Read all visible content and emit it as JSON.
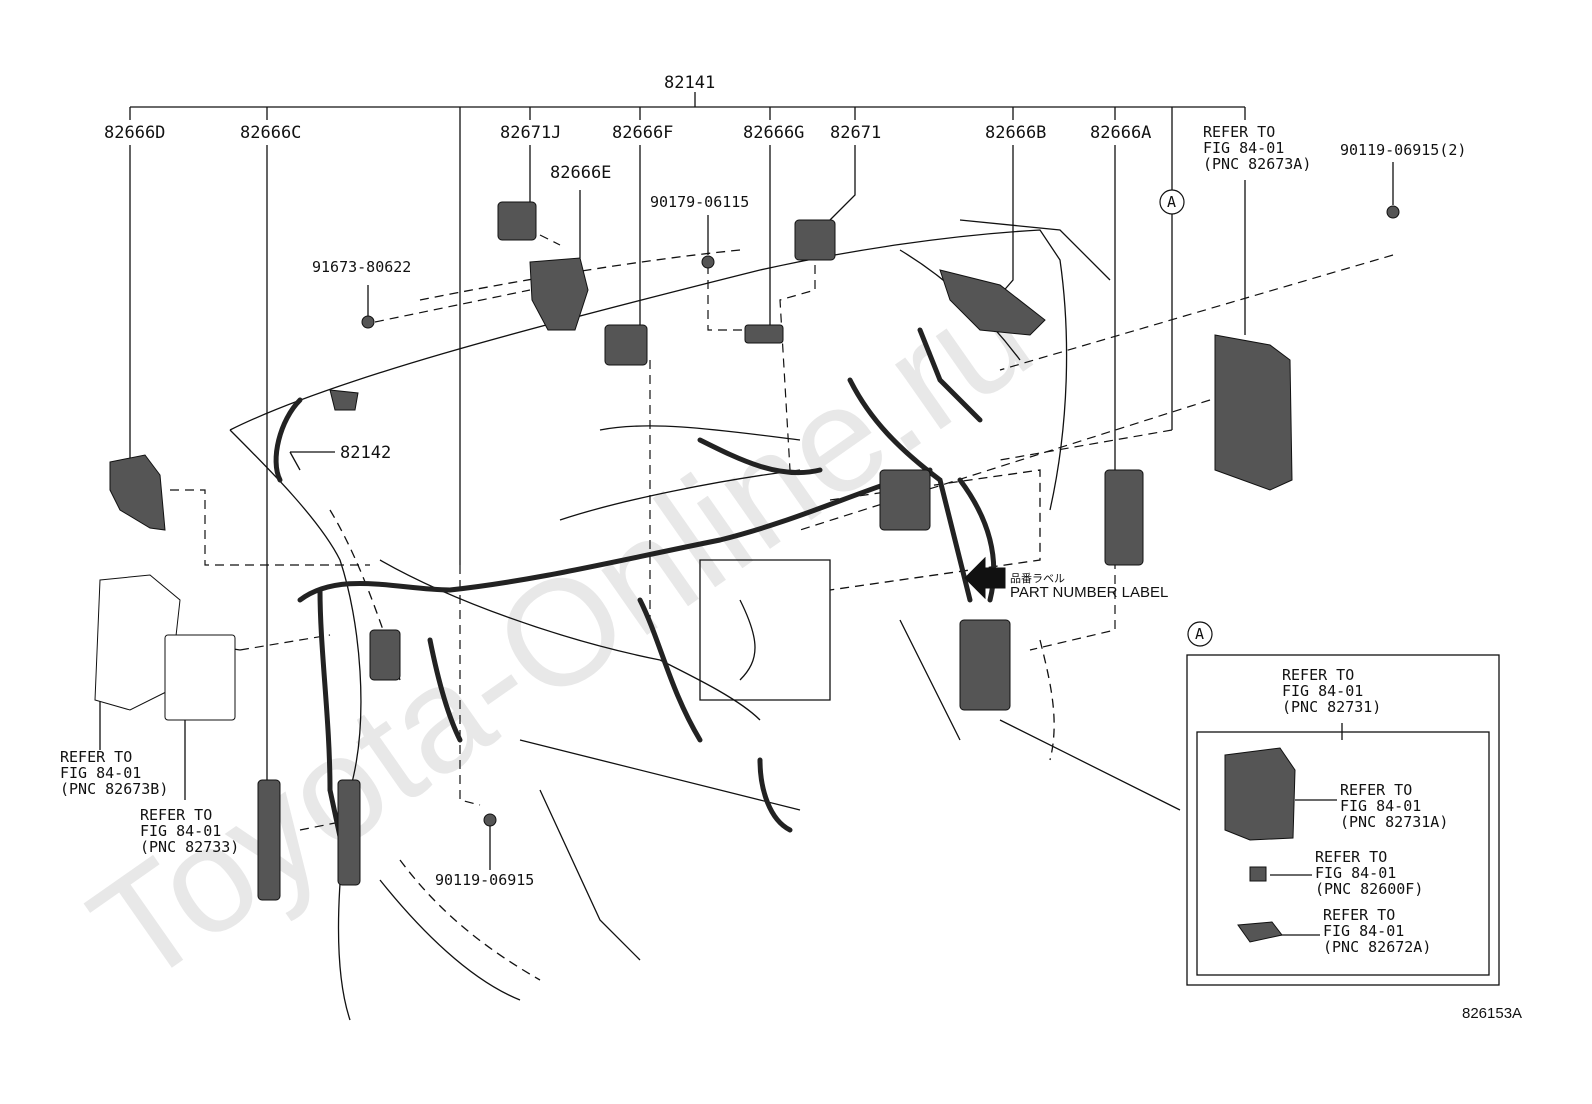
{
  "labels": {
    "main_harness": "82141",
    "p82666D": "82666D",
    "p82666C": "82666C",
    "p82671J": "82671J",
    "p82666E": "82666E",
    "p82666F": "82666F",
    "p82666G": "82666G",
    "p82671": "82671",
    "p82666B": "82666B",
    "p82666A": "82666A",
    "p91673": "91673-80622",
    "p90179": "90179-06115",
    "p90119_2": "90119-06915(2)",
    "p82142": "82142",
    "p90119": "90119-06915",
    "refer_82673A": [
      "REFER TO",
      "FIG 84-01",
      "(PNC 82673A)"
    ],
    "refer_82673B": [
      "REFER TO",
      "FIG 84-01",
      "(PNC 82673B)"
    ],
    "refer_82733": [
      "REFER TO",
      "FIG 84-01",
      "(PNC 82733)"
    ],
    "refer_82731": [
      "REFER TO",
      "FIG 84-01",
      "(PNC 82731)"
    ],
    "refer_82731A": [
      "REFER TO",
      "FIG 84-01",
      "(PNC 82731A)"
    ],
    "refer_82600F": [
      "REFER TO",
      "FIG 84-01",
      "(PNC 82600F)"
    ],
    "refer_82672A": [
      "REFER TO",
      "FIG 84-01",
      "(PNC 82672A)"
    ],
    "callout_A": "A",
    "part_label_jp": "品番ラベル",
    "part_label_en": "PART NUMBER LABEL",
    "diagram_id": "826153A"
  },
  "watermark": "Toyota-Online.ru",
  "colors": {
    "line": "#111111",
    "part_fill": "#555555",
    "watermark": "#e8e8e8"
  }
}
